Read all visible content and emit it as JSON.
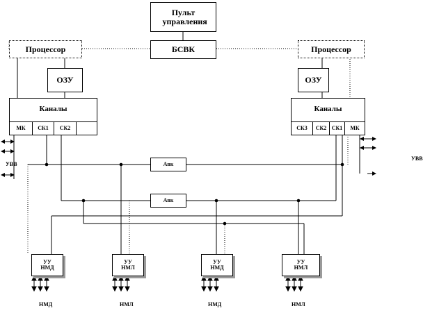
{
  "nodes": {
    "control_panel": "Пульт управления",
    "bsvk": "БСВК",
    "processor_left": "Процессор",
    "processor_right": "Процессор",
    "ram_left": "ОЗУ",
    "ram_right": "ОЗУ",
    "channels_left": "Каналы",
    "channels_right": "Каналы",
    "adapter_top": "Авк",
    "adapter_bottom": "Авк",
    "cu1": "УУ НМД",
    "cu2": "УУ НМЛ",
    "cu3": "УУ НМД",
    "cu4": "УУ НМЛ"
  },
  "channels_left_cells": [
    "МК",
    "СК1",
    "СК2",
    ""
  ],
  "channels_right_cells": [
    "СК3",
    "СК2",
    "СК1",
    "МК"
  ],
  "labels": {
    "io_left": "УВВ",
    "io_right": "УВВ",
    "dev1": "НМД",
    "dev2": "НМЛ",
    "dev3": "НМД",
    "dev4": "НМЛ"
  }
}
